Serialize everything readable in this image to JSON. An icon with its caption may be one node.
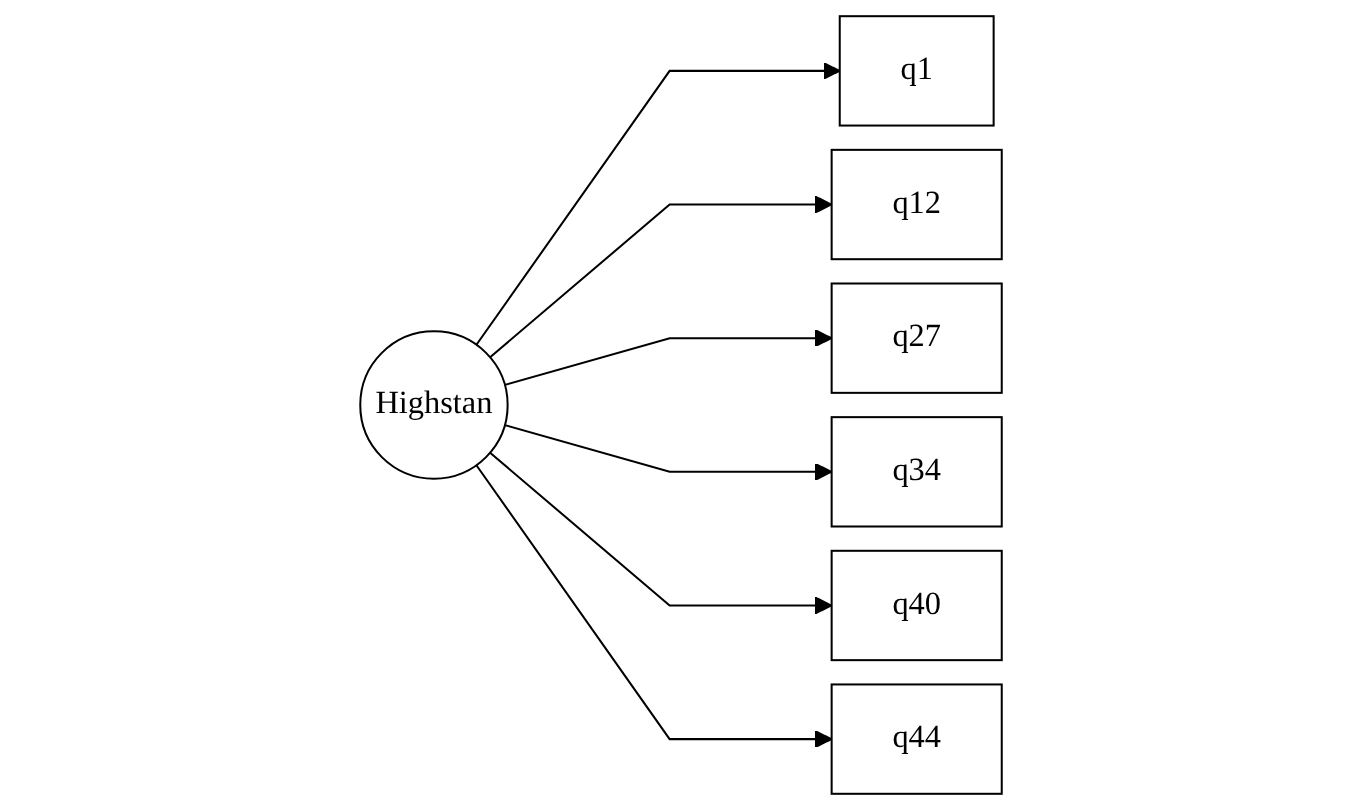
{
  "diagram": {
    "nodes": [
      {
        "text": [
          "Highstan"
        ]
      },
      {
        "text": [
          "q1"
        ]
      },
      {
        "text": [
          "q12"
        ]
      },
      {
        "text": [
          "q27"
        ]
      },
      {
        "text": [
          "q34"
        ]
      },
      {
        "text": [
          "q40"
        ]
      },
      {
        "text": [
          "q44"
        ]
      }
    ],
    "edges": [
      {
        "from": 0,
        "to": 1,
        "arrow": "to"
      },
      {
        "from": 0,
        "to": 2,
        "arrow": "to"
      },
      {
        "from": 0,
        "to": 3,
        "arrow": "to"
      },
      {
        "from": 0,
        "to": 4,
        "arrow": "to"
      },
      {
        "from": 0,
        "to": 5,
        "arrow": "to"
      },
      {
        "from": 0,
        "to": 6,
        "arrow": "to"
      }
    ]
  }
}
